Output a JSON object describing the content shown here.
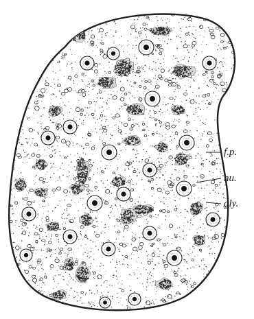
{
  "figure": {
    "colors": {
      "ink": "#1e1e1e",
      "paper": "#ffffff",
      "stipple": "#4a4a4a"
    },
    "labels": {
      "fp": "f.p.",
      "nu": "nu.",
      "gly": "gly."
    }
  }
}
